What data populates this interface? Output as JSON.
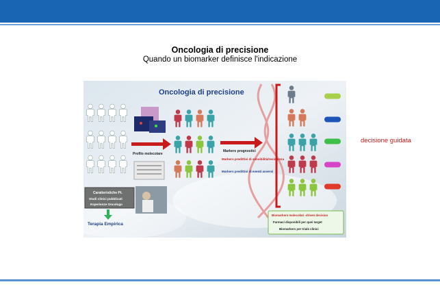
{
  "header": {
    "title": "Oncologia di precisione",
    "subtitle": "Quando un biomarker definisce l'indicazione"
  },
  "side_label": "decisione guidata",
  "slide": {
    "title": "Oncologia di precisione",
    "profile_label": "Profilo molecolare",
    "markers": {
      "prognostic": "Markers prognostici",
      "predictive_sensitivity": "Markers predittivi di sensibilità/resistenza",
      "predictive_adverse": "Markers predittivi di eventi avversi"
    },
    "characteristics": [
      "Caratteristiche Pt.",
      "Studi clinici pubblicati",
      "Esperienze Oncologo"
    ],
    "empirical_therapy": "Terapia Empirica",
    "biomarker_box": {
      "line1": "Biomarkers molecolari -driven decision",
      "line2": "Farmaci disponibili per quei target",
      "line3": "Biomarkers per trials clinici"
    }
  },
  "colors": {
    "header_bar": "#1a64b4",
    "accent_red": "#cc1a1a",
    "person_teal": "#3aa3a8",
    "person_red": "#c0394a",
    "person_orange": "#d47a5a",
    "person_green": "#8cc63f",
    "person_slate": "#6b7b8c"
  }
}
